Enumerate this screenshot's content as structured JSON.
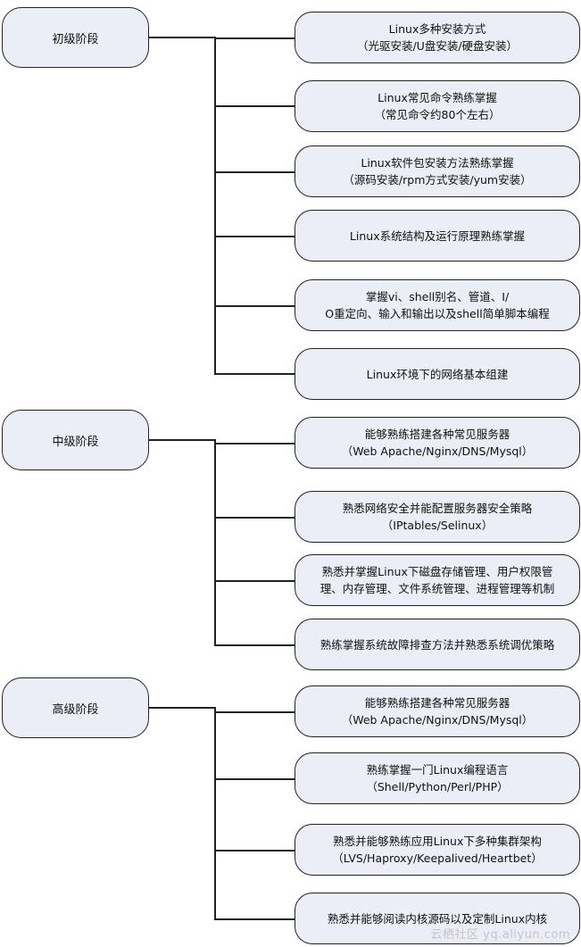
{
  "stages": [
    {
      "label": "初级阶段",
      "topics": [
        {
          "lines": [
            "Linux多种安装方式",
            "（光驱安装/U盘安装/硬盘安装）"
          ]
        },
        {
          "lines": [
            "Linux常见命令熟练掌握",
            "（常见命令约80个左右）"
          ]
        },
        {
          "lines": [
            "Linux软件包安装方法熟练掌握",
            "（源码安装/rpm方式安装/yum安装）"
          ]
        },
        {
          "lines": [
            "Linux系统结构及运行原理熟练掌握"
          ]
        },
        {
          "lines": [
            "掌握vi、shell别名、管道、I/",
            "O重定向、输入和输出以及shell简单脚本编程"
          ]
        },
        {
          "lines": [
            "Linux环境下的网络基本组建"
          ]
        }
      ]
    },
    {
      "label": "中级阶段",
      "topics": [
        {
          "lines": [
            "能够熟练搭建各种常见服务器",
            "（Web Apache/Nginx/DNS/Mysql）"
          ]
        },
        {
          "lines": [
            "熟悉网络安全并能配置服务器安全策略",
            "（IPtables/Selinux）"
          ]
        },
        {
          "lines": [
            "熟悉并掌握Linux下磁盘存储管理、用户权限管",
            "理、内存管理、文件系统管理、进程管理等机制"
          ]
        },
        {
          "lines": [
            "熟练掌握系统故障排查方法并熟悉系统调优策略"
          ]
        }
      ]
    },
    {
      "label": "高级阶段",
      "topics": [
        {
          "lines": [
            "能够熟练搭建各种常见服务器",
            "（Web Apache/Nginx/DNS/Mysql）"
          ]
        },
        {
          "lines": [
            "熟练掌握一门Linux编程语言",
            "（Shell/Python/Perl/PHP）"
          ]
        },
        {
          "lines": [
            "熟悉并能够熟练应用Linux下多种集群架构",
            "（LVS/Haproxy/Keepalived/Heartbet）"
          ]
        },
        {
          "lines": [
            "熟悉并能够阅读内核源码以及定制Linux内核"
          ]
        }
      ]
    }
  ],
  "watermark": "云栖社区 yq.aliyun.com"
}
